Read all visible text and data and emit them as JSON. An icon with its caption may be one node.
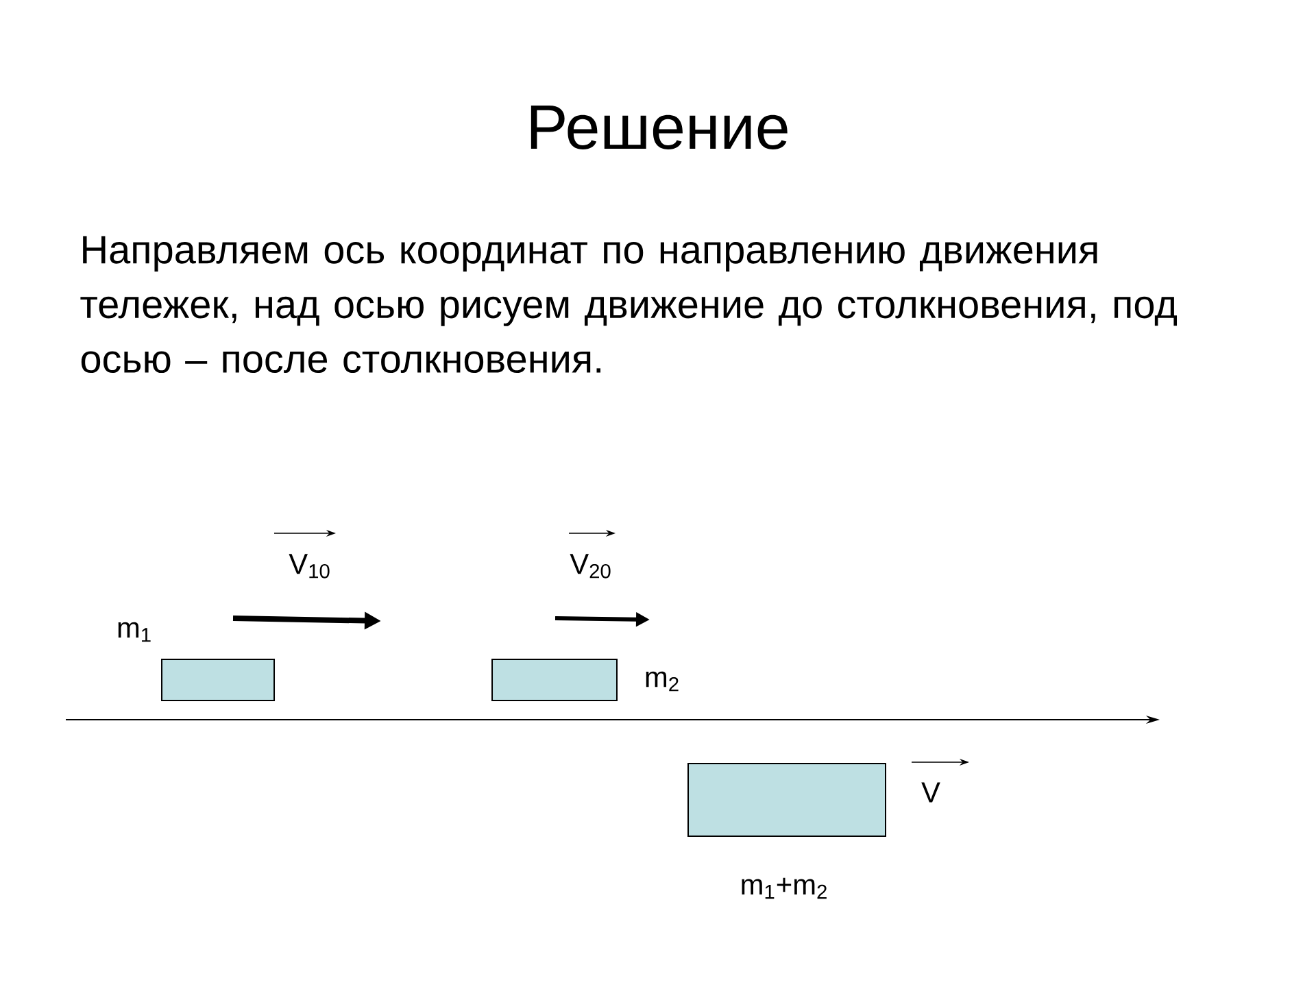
{
  "diagram": {
    "title": "Решение",
    "caption": "Направляем ось координат по направлению движения тележек, над осью рисуем движение до столкновения, под осью – после столкновения.",
    "nodes": [
      {
        "text": [],
        "shape": "box",
        "beside": [
          "m$_{1}$"
        ]
      },
      {
        "text": [],
        "shape": "box",
        "beside": [
          "m$_{2}$"
        ]
      },
      {
        "text": [],
        "shape": "box",
        "beside": [
          "m$_{1}$+m$_{2}$"
        ]
      }
    ],
    "labels": [
      "V$_{10}$",
      "V$_{20}$",
      "V"
    ]
  }
}
